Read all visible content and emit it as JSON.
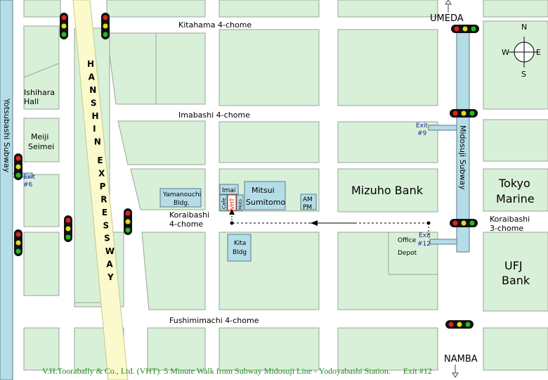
{
  "streets": {
    "kitahama": "Kitahama 4-chome",
    "imabashi": "Imabashi 4-chome",
    "koraibashi_w1": "Koraibashi",
    "koraibashi_w2": "4-chome",
    "koraibashi_e1": "Koraibashi",
    "koraibashi_e2": "3-chome",
    "fushimimachi": "Fushimimachi 4-chome"
  },
  "subways": {
    "yotsubashi": "Yotsubashi Subway",
    "midosuji": "Midosuji Subway"
  },
  "directions": {
    "north_dest": "UMEDA",
    "south_dest": "NAMBA"
  },
  "compass": {
    "n": "N",
    "s": "S",
    "e": "E",
    "w": "W"
  },
  "expressway": [
    "H",
    "A",
    "N",
    "S",
    "H",
    "I",
    "N",
    "E",
    "X",
    "P",
    "R",
    "E",
    "S",
    "S",
    "W",
    "A",
    "Y"
  ],
  "buildings": {
    "ishihara_1": "Ishihara",
    "ishihara_2": "Hall",
    "meiji_1": "Meiji",
    "meiji_2": "Seimei",
    "yamanouchi_1": "Yamanouchi",
    "yamanouchi_2": "Bldg.",
    "imai": "Imai",
    "cafe": "Cafe",
    "vht": "VHT",
    "moto": "Moto",
    "mitsui_1": "Mitsui",
    "mitsui_2": "Sumitomo",
    "ampm_1": "AM",
    "ampm_2": "PM",
    "mizuho": "Mizuho Bank",
    "tokyo_1": "Tokyo",
    "tokyo_2": "Marine",
    "kita_1": "Kita",
    "kita_2": "Bldg",
    "office_1": "Office",
    "office_2": "Depot",
    "ufj_1": "UFJ",
    "ufj_2": "Bank"
  },
  "exits": {
    "exit6_1": "Exit",
    "exit6_2": "#6",
    "exit9_1": "Exit",
    "exit9_2": "#9",
    "exit12_1": "Exit",
    "exit12_2": "#12"
  },
  "footer": "V.H.Toorabally & Co., Ltd. (VHT)  5 Minute Walk from Subway Midosuji Line - Yodoyabashi Station.      Exit #12",
  "colors": {
    "block_fill": "#d8f0d8",
    "block_stroke": "#9aa59a",
    "building_fill": "#b5dde8",
    "expressway": "#fafacc",
    "subway": "#b5dde8",
    "vht_red": "#cc2200",
    "footer_green": "#1a8a1a"
  }
}
